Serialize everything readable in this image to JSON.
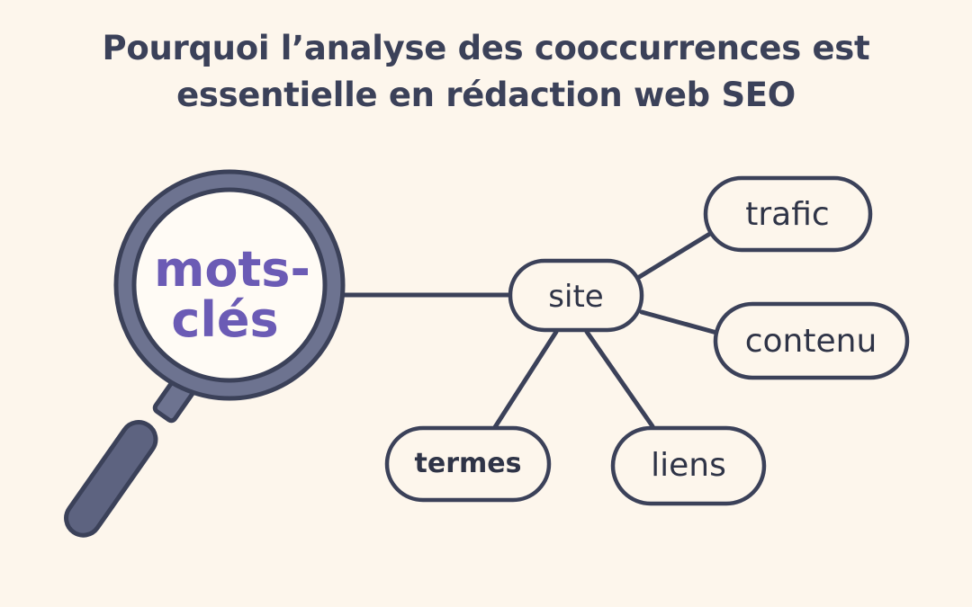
{
  "title": {
    "line1": "Pourquoi l’analyse des cooccurrences est",
    "line2": "essentielle en rédaction web SEO"
  },
  "magnifier": {
    "line1": "mots-",
    "line2": "clés",
    "icon": "magnifying-glass-icon"
  },
  "nodes": {
    "site": "site",
    "trafic": "trafic",
    "contenu": "contenu",
    "termes": "termes",
    "liens": "liens"
  },
  "colors": {
    "background": "#fdf6ec",
    "stroke": "#3b4159",
    "accent": "#6b5bb5",
    "glass": "#fffbf5"
  }
}
